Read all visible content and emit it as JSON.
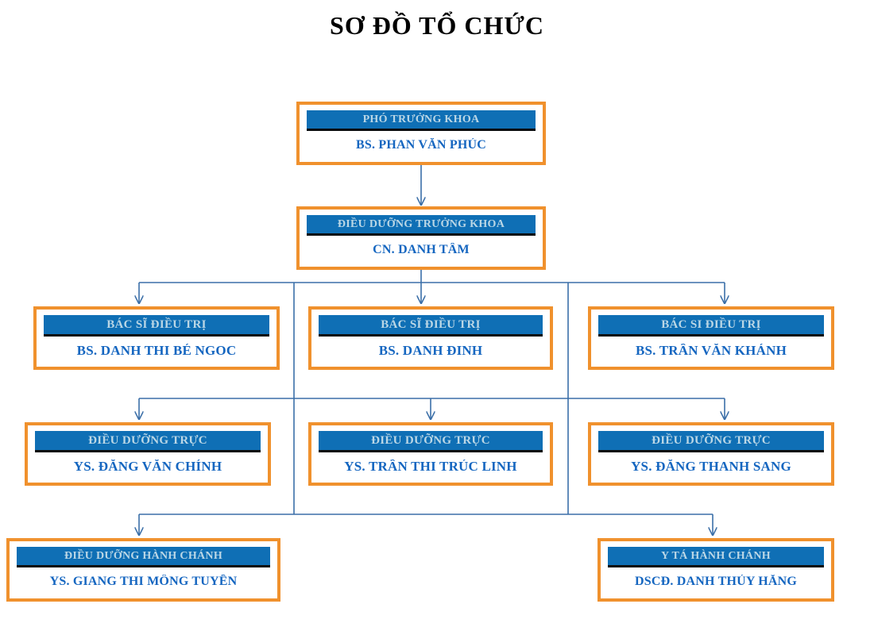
{
  "title": "SƠ ĐỒ TỔ CHỨC",
  "colors": {
    "box_border": "#F0912D",
    "header_bg": "#0F6FB5",
    "header_text": "#BBD7E6",
    "name_text": "#1566C0",
    "connector": "#3B6FA8",
    "background": "#FFFFFF",
    "title_text": "#000000"
  },
  "chart_data": {
    "type": "diagram",
    "diagram_kind": "organization-chart",
    "title": "SƠ ĐỒ TỔ CHỨC",
    "levels": 5,
    "nodes": [
      {
        "id": "n1",
        "level": 1,
        "role": "PHÓ TRƯỞNG KHOA",
        "person": "BS. PHAN VĂN PHÚC"
      },
      {
        "id": "n2",
        "level": 2,
        "role": "ĐIỀU DƯỠNG TRƯỞNG KHOA",
        "person": "CN. DANH TÂM"
      },
      {
        "id": "n3",
        "level": 3,
        "role": "BÁC SĨ ĐIỀU TRỊ",
        "person": "BS. DANH THI BÉ NGOC"
      },
      {
        "id": "n4",
        "level": 3,
        "role": "BÁC SĨ ĐIỀU TRỊ",
        "person": "BS. DANH ĐINH"
      },
      {
        "id": "n5",
        "level": 3,
        "role": "BÁC SI ĐIỀU TRỊ",
        "person": "BS. TRẦN VĂN KHÁNH"
      },
      {
        "id": "n6",
        "level": 4,
        "role": "ĐIỀU DƯỠNG TRỰC",
        "person": "YS. ĐĂNG VĂN CHÍNH"
      },
      {
        "id": "n7",
        "level": 4,
        "role": "ĐIỀU DƯỠNG TRỰC",
        "person": "YS. TRẦN THI TRÚC LINH"
      },
      {
        "id": "n8",
        "level": 4,
        "role": "ĐIỀU DƯỠNG TRỰC",
        "person": "YS. ĐĂNG THANH SANG"
      },
      {
        "id": "n9",
        "level": 5,
        "role": "ĐIỀU DƯỠNG HÀNH CHÁNH",
        "person": "YS. GIANG THI MÔNG TUYỀN"
      },
      {
        "id": "n10",
        "level": 5,
        "role": "Y TÁ HÀNH CHÁNH",
        "person": "DSCĐ. DANH THÚY HẰNG"
      }
    ],
    "edges": [
      {
        "from": "n1",
        "to": "n2"
      },
      {
        "from": "n2",
        "to": "n3"
      },
      {
        "from": "n2",
        "to": "n4"
      },
      {
        "from": "n2",
        "to": "n5"
      },
      {
        "from": "n2",
        "to": "n6"
      },
      {
        "from": "n2",
        "to": "n7"
      },
      {
        "from": "n2",
        "to": "n8"
      },
      {
        "from": "n2",
        "to": "n9"
      },
      {
        "from": "n2",
        "to": "n10"
      }
    ]
  },
  "nodes": {
    "n1": {
      "role": "PHÓ TRƯỞNG KHOA",
      "person": "BS. PHAN VĂN PHÚC"
    },
    "n2": {
      "role": "ĐIỀU DƯỠNG TRƯỞNG KHOA",
      "person": "CN. DANH TÂM"
    },
    "n3": {
      "role": "BÁC SĨ ĐIỀU TRỊ",
      "person": "BS. DANH THI BÉ NGOC"
    },
    "n4": {
      "role": "BÁC SĨ ĐIỀU TRỊ",
      "person": "BS. DANH ĐINH"
    },
    "n5": {
      "role": "BÁC SI ĐIỀU TRỊ",
      "person": "BS. TRẦN VĂN KHÁNH"
    },
    "n6": {
      "role": "ĐIỀU DƯỠNG TRỰC",
      "person": "YS. ĐĂNG VĂN CHÍNH"
    },
    "n7": {
      "role": "ĐIỀU DƯỠNG TRỰC",
      "person": "YS. TRẦN THI TRÚC LINH"
    },
    "n8": {
      "role": "ĐIỀU DƯỠNG TRỰC",
      "person": "YS. ĐĂNG THANH SANG"
    },
    "n9": {
      "role": "ĐIỀU DƯỠNG HÀNH CHÁNH",
      "person": "YS. GIANG THI MÔNG TUYỀN"
    },
    "n10": {
      "role": "Y TÁ HÀNH CHÁNH",
      "person": "DSCĐ. DANH THÚY HẰNG"
    }
  }
}
